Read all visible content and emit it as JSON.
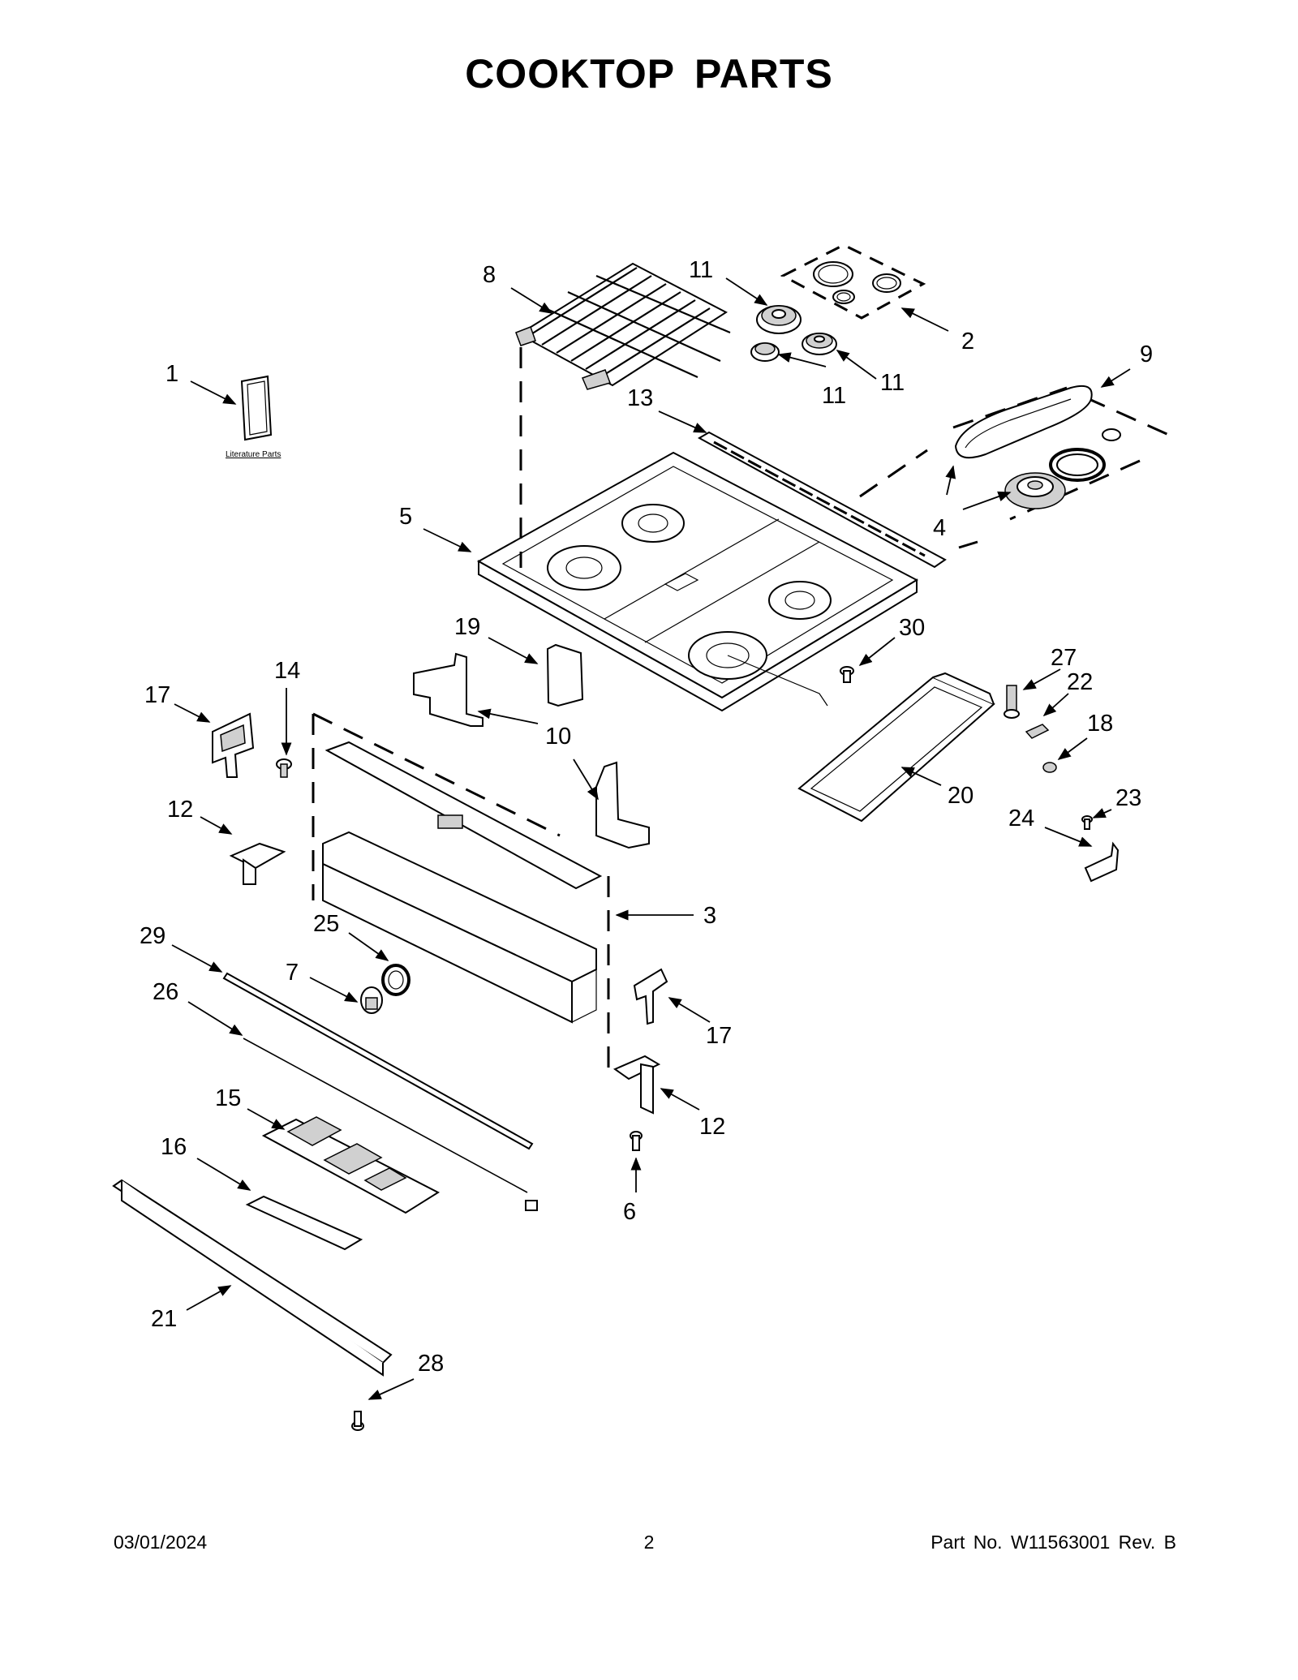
{
  "title": "COOKTOP PARTS",
  "literature_label": "Literature Parts",
  "callouts": [
    {
      "id": "c1",
      "label": "1"
    },
    {
      "id": "c2",
      "label": "2"
    },
    {
      "id": "c3",
      "label": "3"
    },
    {
      "id": "c4",
      "label": "4"
    },
    {
      "id": "c5",
      "label": "5"
    },
    {
      "id": "c6",
      "label": "6"
    },
    {
      "id": "c7",
      "label": "7"
    },
    {
      "id": "c8",
      "label": "8"
    },
    {
      "id": "c9",
      "label": "9"
    },
    {
      "id": "c10",
      "label": "10"
    },
    {
      "id": "c11a",
      "label": "11"
    },
    {
      "id": "c11b",
      "label": "11"
    },
    {
      "id": "c11c",
      "label": "11"
    },
    {
      "id": "c12a",
      "label": "12"
    },
    {
      "id": "c12b",
      "label": "12"
    },
    {
      "id": "c13",
      "label": "13"
    },
    {
      "id": "c14",
      "label": "14"
    },
    {
      "id": "c15",
      "label": "15"
    },
    {
      "id": "c16",
      "label": "16"
    },
    {
      "id": "c17a",
      "label": "17"
    },
    {
      "id": "c17b",
      "label": "17"
    },
    {
      "id": "c18",
      "label": "18"
    },
    {
      "id": "c19",
      "label": "19"
    },
    {
      "id": "c20",
      "label": "20"
    },
    {
      "id": "c21",
      "label": "21"
    },
    {
      "id": "c22",
      "label": "22"
    },
    {
      "id": "c23",
      "label": "23"
    },
    {
      "id": "c24",
      "label": "24"
    },
    {
      "id": "c25",
      "label": "25"
    },
    {
      "id": "c26",
      "label": "26"
    },
    {
      "id": "c27",
      "label": "27"
    },
    {
      "id": "c28",
      "label": "28"
    },
    {
      "id": "c29",
      "label": "29"
    },
    {
      "id": "c30",
      "label": "30"
    }
  ],
  "footer": {
    "date": "03/01/2024",
    "page": "2",
    "part_number": "Part No.  W11563001  Rev.  B"
  }
}
